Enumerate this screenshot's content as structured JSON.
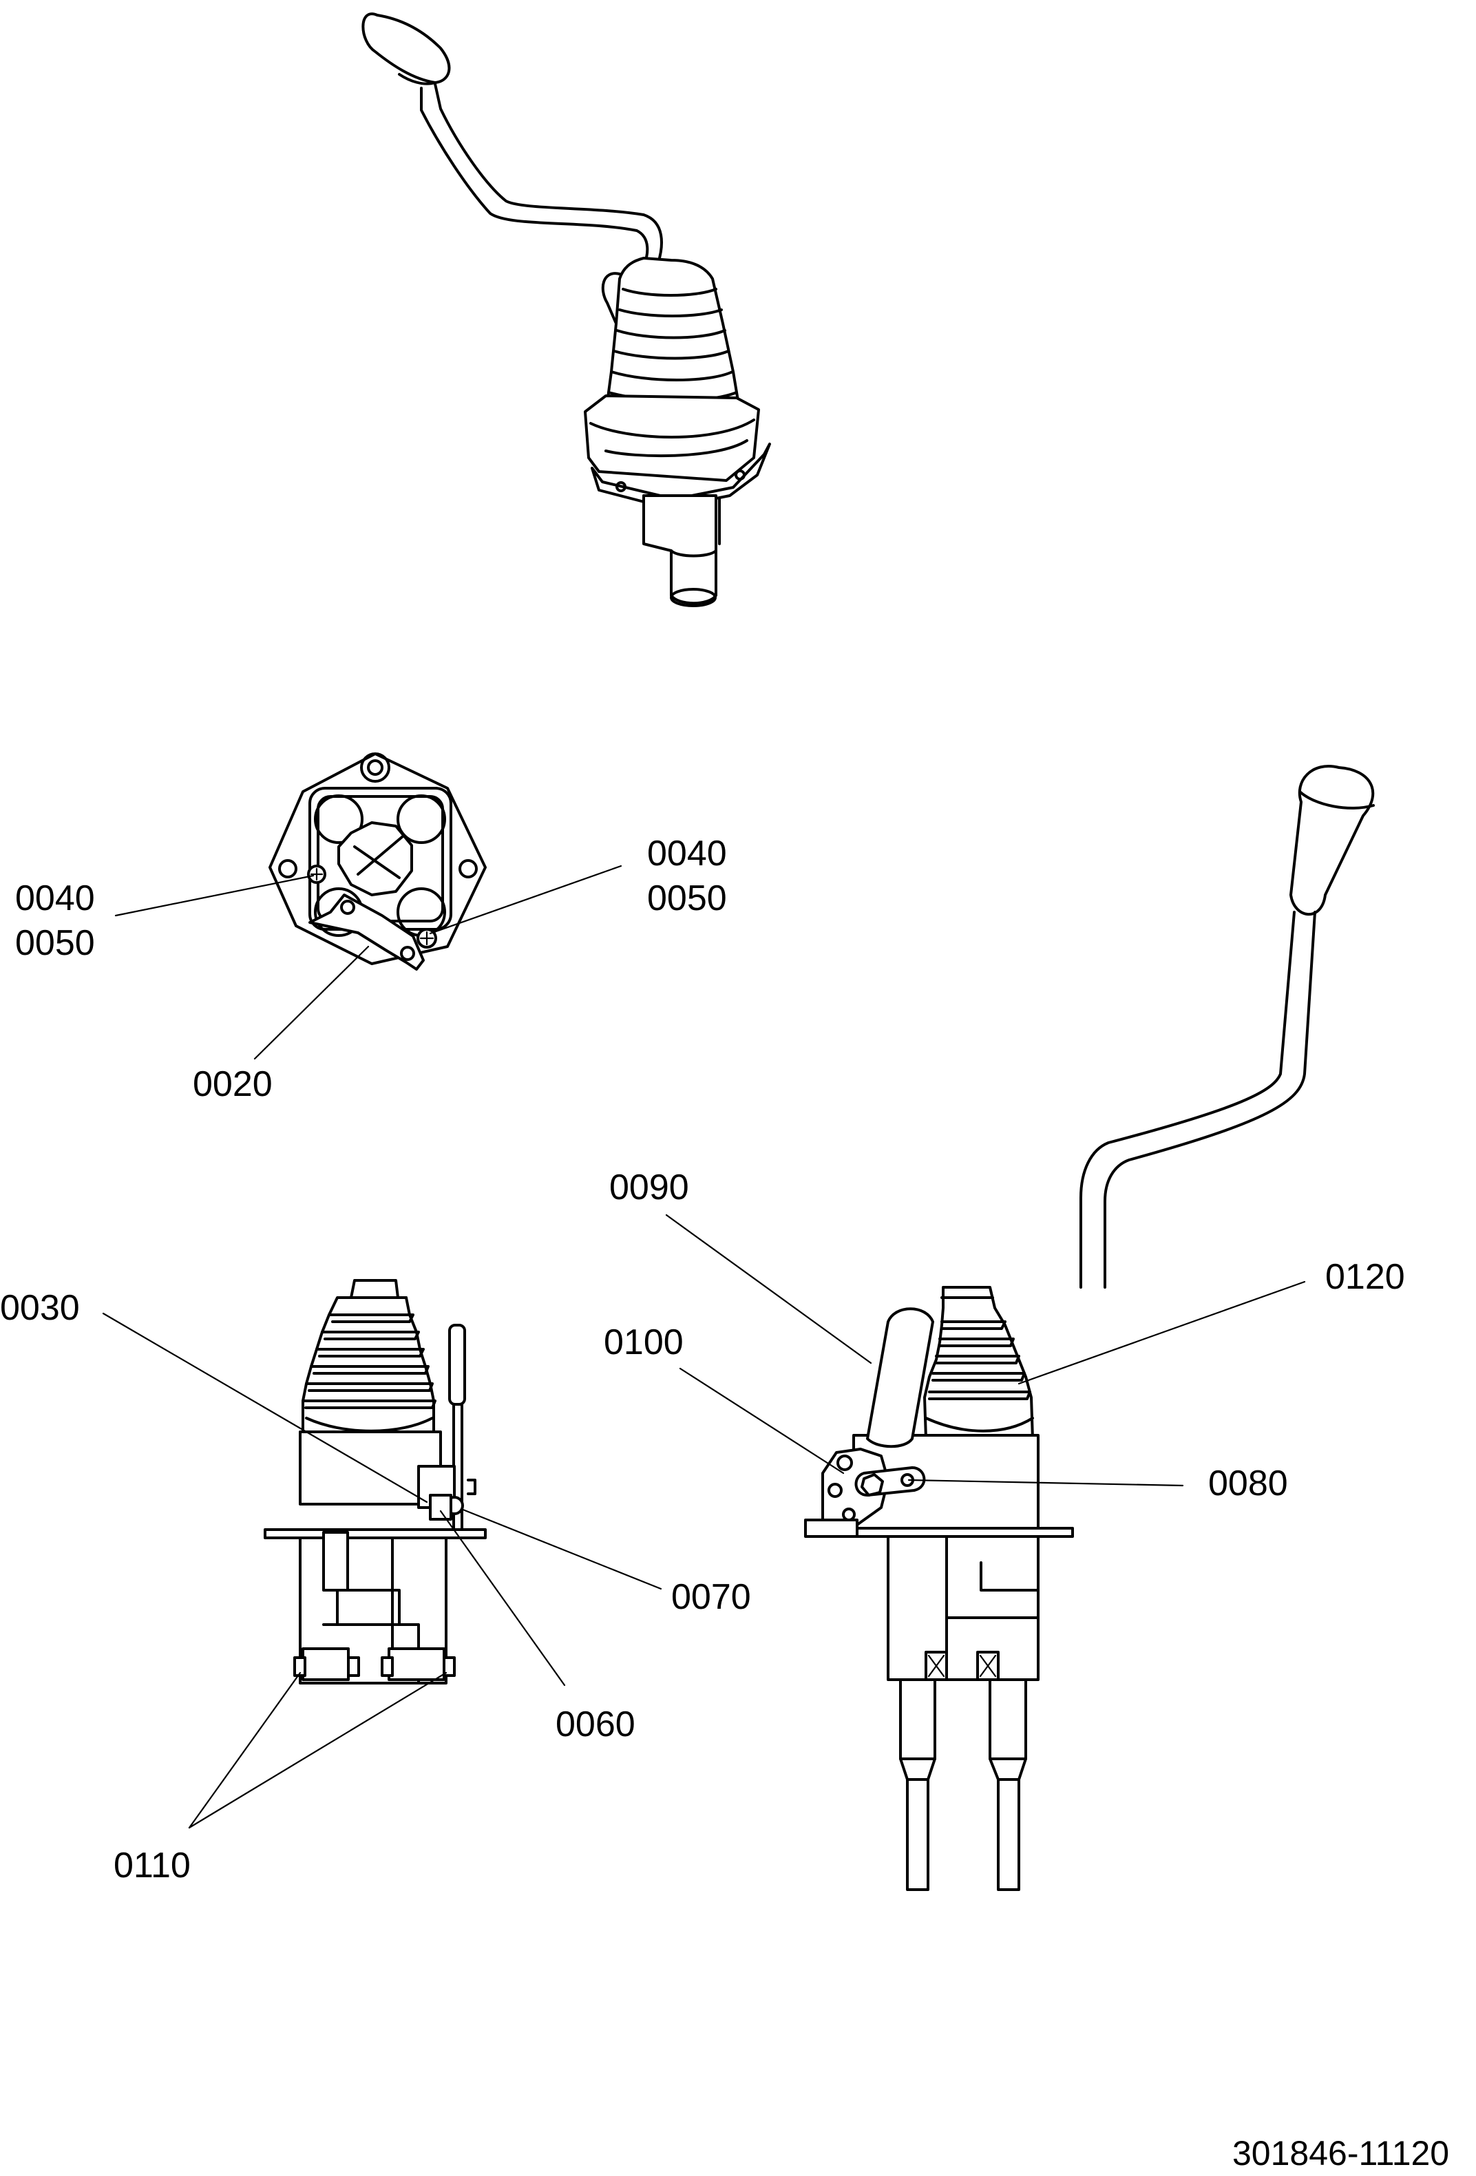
{
  "drawing_number": "301846-11120",
  "callouts": {
    "c0040_left": "0040",
    "c0050_left": "0050",
    "c0040_right": "0040",
    "c0050_right": "0050",
    "c0020": "0020",
    "c0090": "0090",
    "c0120": "0120",
    "c0100": "0100",
    "c0080": "0080",
    "c0030": "0030",
    "c0070": "0070",
    "c0060": "0060",
    "c0110": "0110"
  }
}
